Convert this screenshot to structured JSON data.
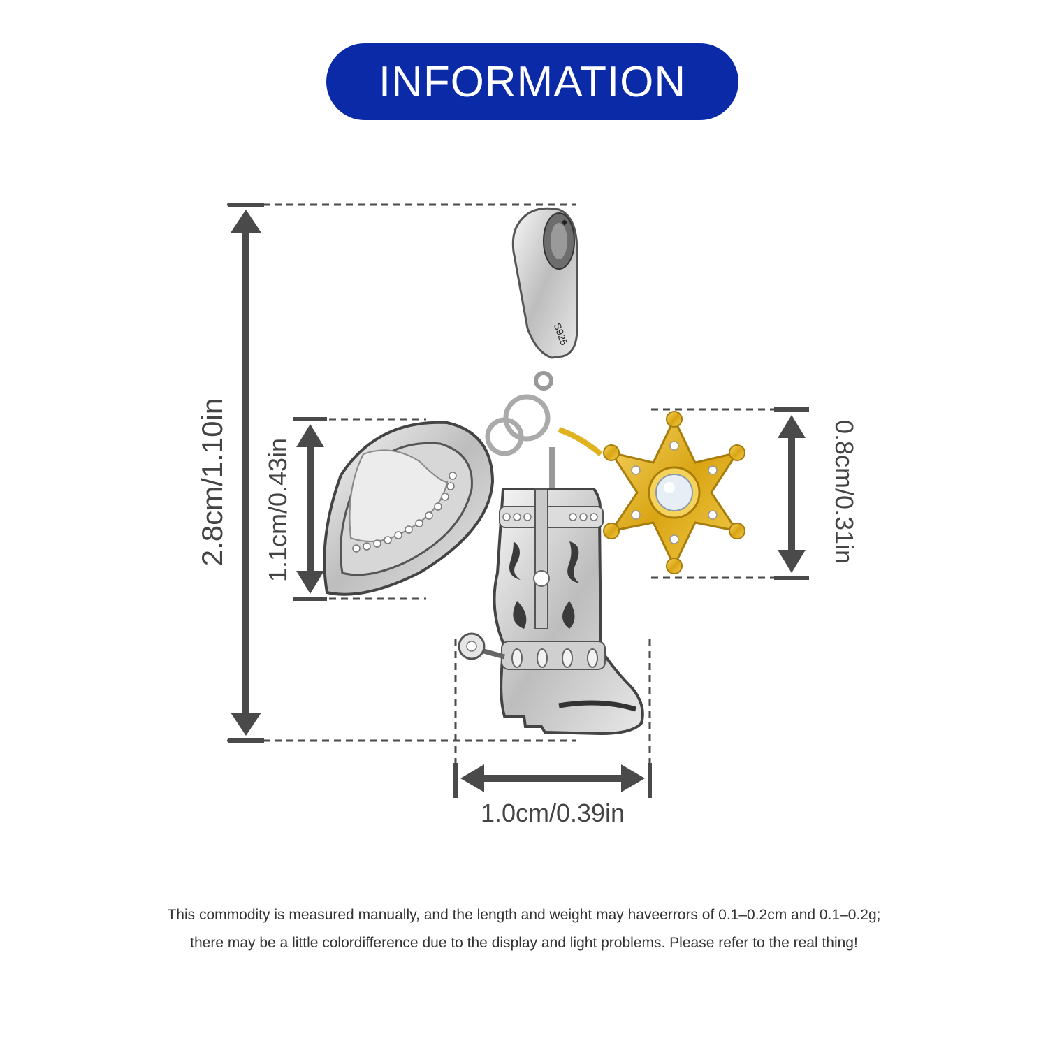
{
  "header": {
    "title": "INFORMATION"
  },
  "dimensions": {
    "total_height": "2.8cm/1.10in",
    "hat_height": "1.1cm/0.43in",
    "star_height": "0.8cm/0.31in",
    "boot_width": "1.0cm/0.39in"
  },
  "charm": {
    "stamp": "S925"
  },
  "disclaimer": {
    "line1": "This commodity is measured manually, and the length and weight may haveerrors of 0.1–0.2cm and 0.1–0.2g;",
    "line2": "there may be a little colordifference due to the display and light problems. Please refer to the real thing!"
  },
  "colors": {
    "title_bg": "#0a2aa8",
    "title_text": "#ffffff",
    "measure": "#4a4a4a",
    "silver": "#c8c8c8",
    "gold": "#e0b21f"
  }
}
